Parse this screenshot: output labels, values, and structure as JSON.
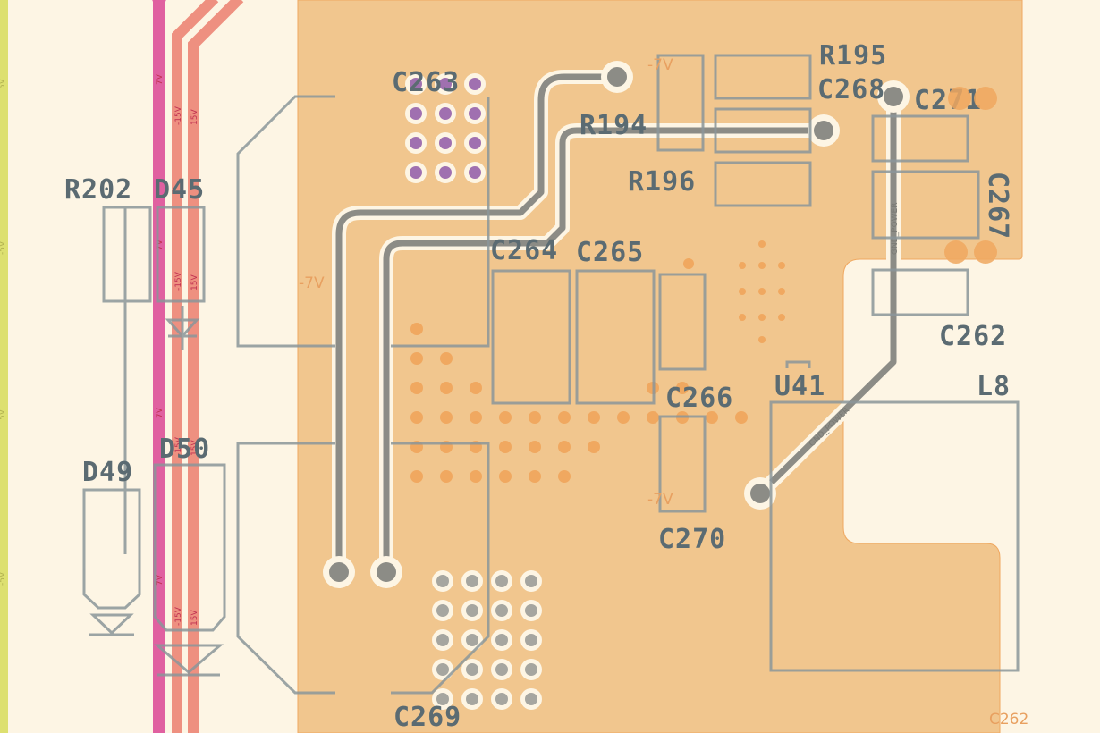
{
  "board": {
    "colors": {
      "background": "#fdf5e4",
      "copper_pour": "#f1c68e",
      "pad_orange": "#f0a860",
      "via_purple": "#a070b0",
      "trace_grey": "#8c8c86",
      "silkscreen": "#8b969a",
      "designator": "#5b6b72",
      "trace_pink": "#e060a0",
      "trace_salmon": "#ee9080",
      "rail_yellow": "#dde070"
    },
    "designators": {
      "c263": "C263",
      "r195": "R195",
      "c268": "C268",
      "c271": "C271",
      "r194": "R194",
      "r196": "R196",
      "c267": "C267",
      "r202": "R202",
      "d45": "D45",
      "c264": "C264",
      "c265": "C265",
      "c262": "C262",
      "c266": "C266",
      "u41": "U41",
      "l8": "L8",
      "d49": "D49",
      "d50": "D50",
      "c270": "C270",
      "c269": "C269"
    },
    "net_labels": {
      "minus7v_top": "-7V",
      "minus7v_left": "-7V",
      "minus7v_mid": "-7V",
      "gnd_power_vertical": "GND_POWER",
      "gnd_power_diagonal": "GND_POWER",
      "net_7v": "7V",
      "net_minus15v": "-15V",
      "net_15v": "15V",
      "net_5v": "5V",
      "net_minus5v": "-5V"
    }
  }
}
